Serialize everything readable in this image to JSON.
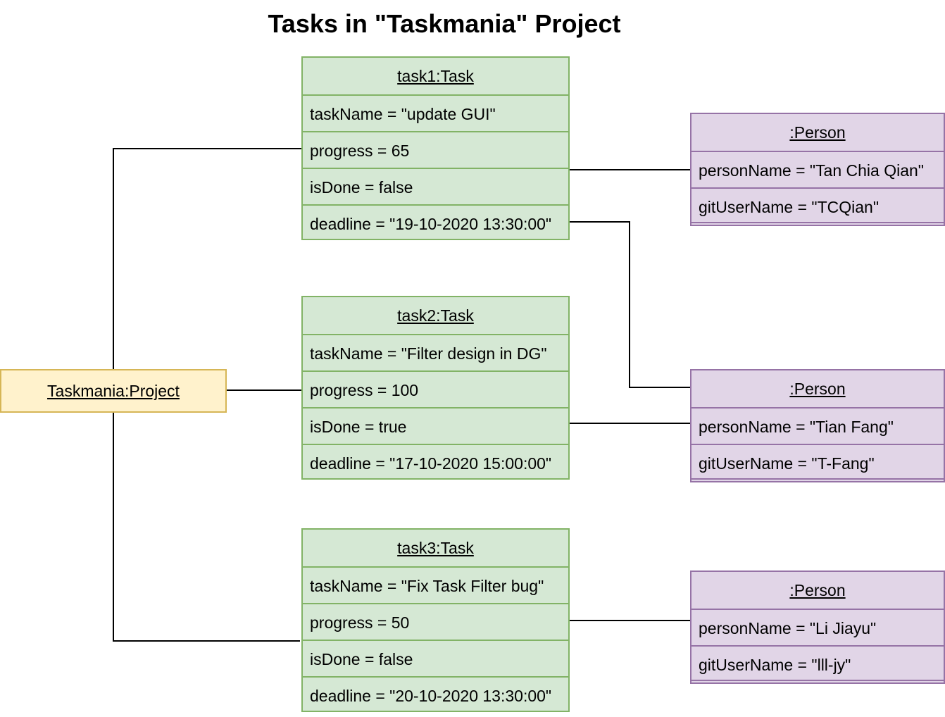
{
  "diagram": {
    "title": "Tasks in \"Taskmania\" Project",
    "project": {
      "label": "Taskmania:Project"
    },
    "tasks": [
      {
        "header": "task1:Task",
        "taskName": "taskName = \"update GUI\"",
        "progress": "progress = 65",
        "isDone": "isDone = false",
        "deadline": "deadline = \"19-10-2020 13:30:00\""
      },
      {
        "header": "task2:Task",
        "taskName": "taskName = \"Filter design in DG\"",
        "progress": "progress = 100",
        "isDone": "isDone = true",
        "deadline": "deadline = \"17-10-2020 15:00:00\""
      },
      {
        "header": "task3:Task",
        "taskName": "taskName = \"Fix Task Filter bug\"",
        "progress": "progress = 50",
        "isDone": "isDone = false",
        "deadline": "deadline = \"20-10-2020 13:30:00\""
      }
    ],
    "persons": [
      {
        "header": ":Person",
        "personName": "personName = \"Tan Chia Qian\"",
        "gitUserName": "gitUserName = \"TCQian\""
      },
      {
        "header": ":Person",
        "personName": "personName = \"Tian Fang\"",
        "gitUserName": "gitUserName = \"T-Fang\""
      },
      {
        "header": ":Person",
        "personName": "personName = \"Li Jiayu\"",
        "gitUserName": "gitUserName = \"lll-jy\""
      }
    ],
    "colors": {
      "task_fill": "#d5e8d4",
      "task_border": "#82b366",
      "person_fill": "#e1d5e7",
      "person_border": "#9673a6",
      "project_fill": "#fff2cc",
      "project_border": "#d6b656",
      "connector": "#000000"
    }
  }
}
